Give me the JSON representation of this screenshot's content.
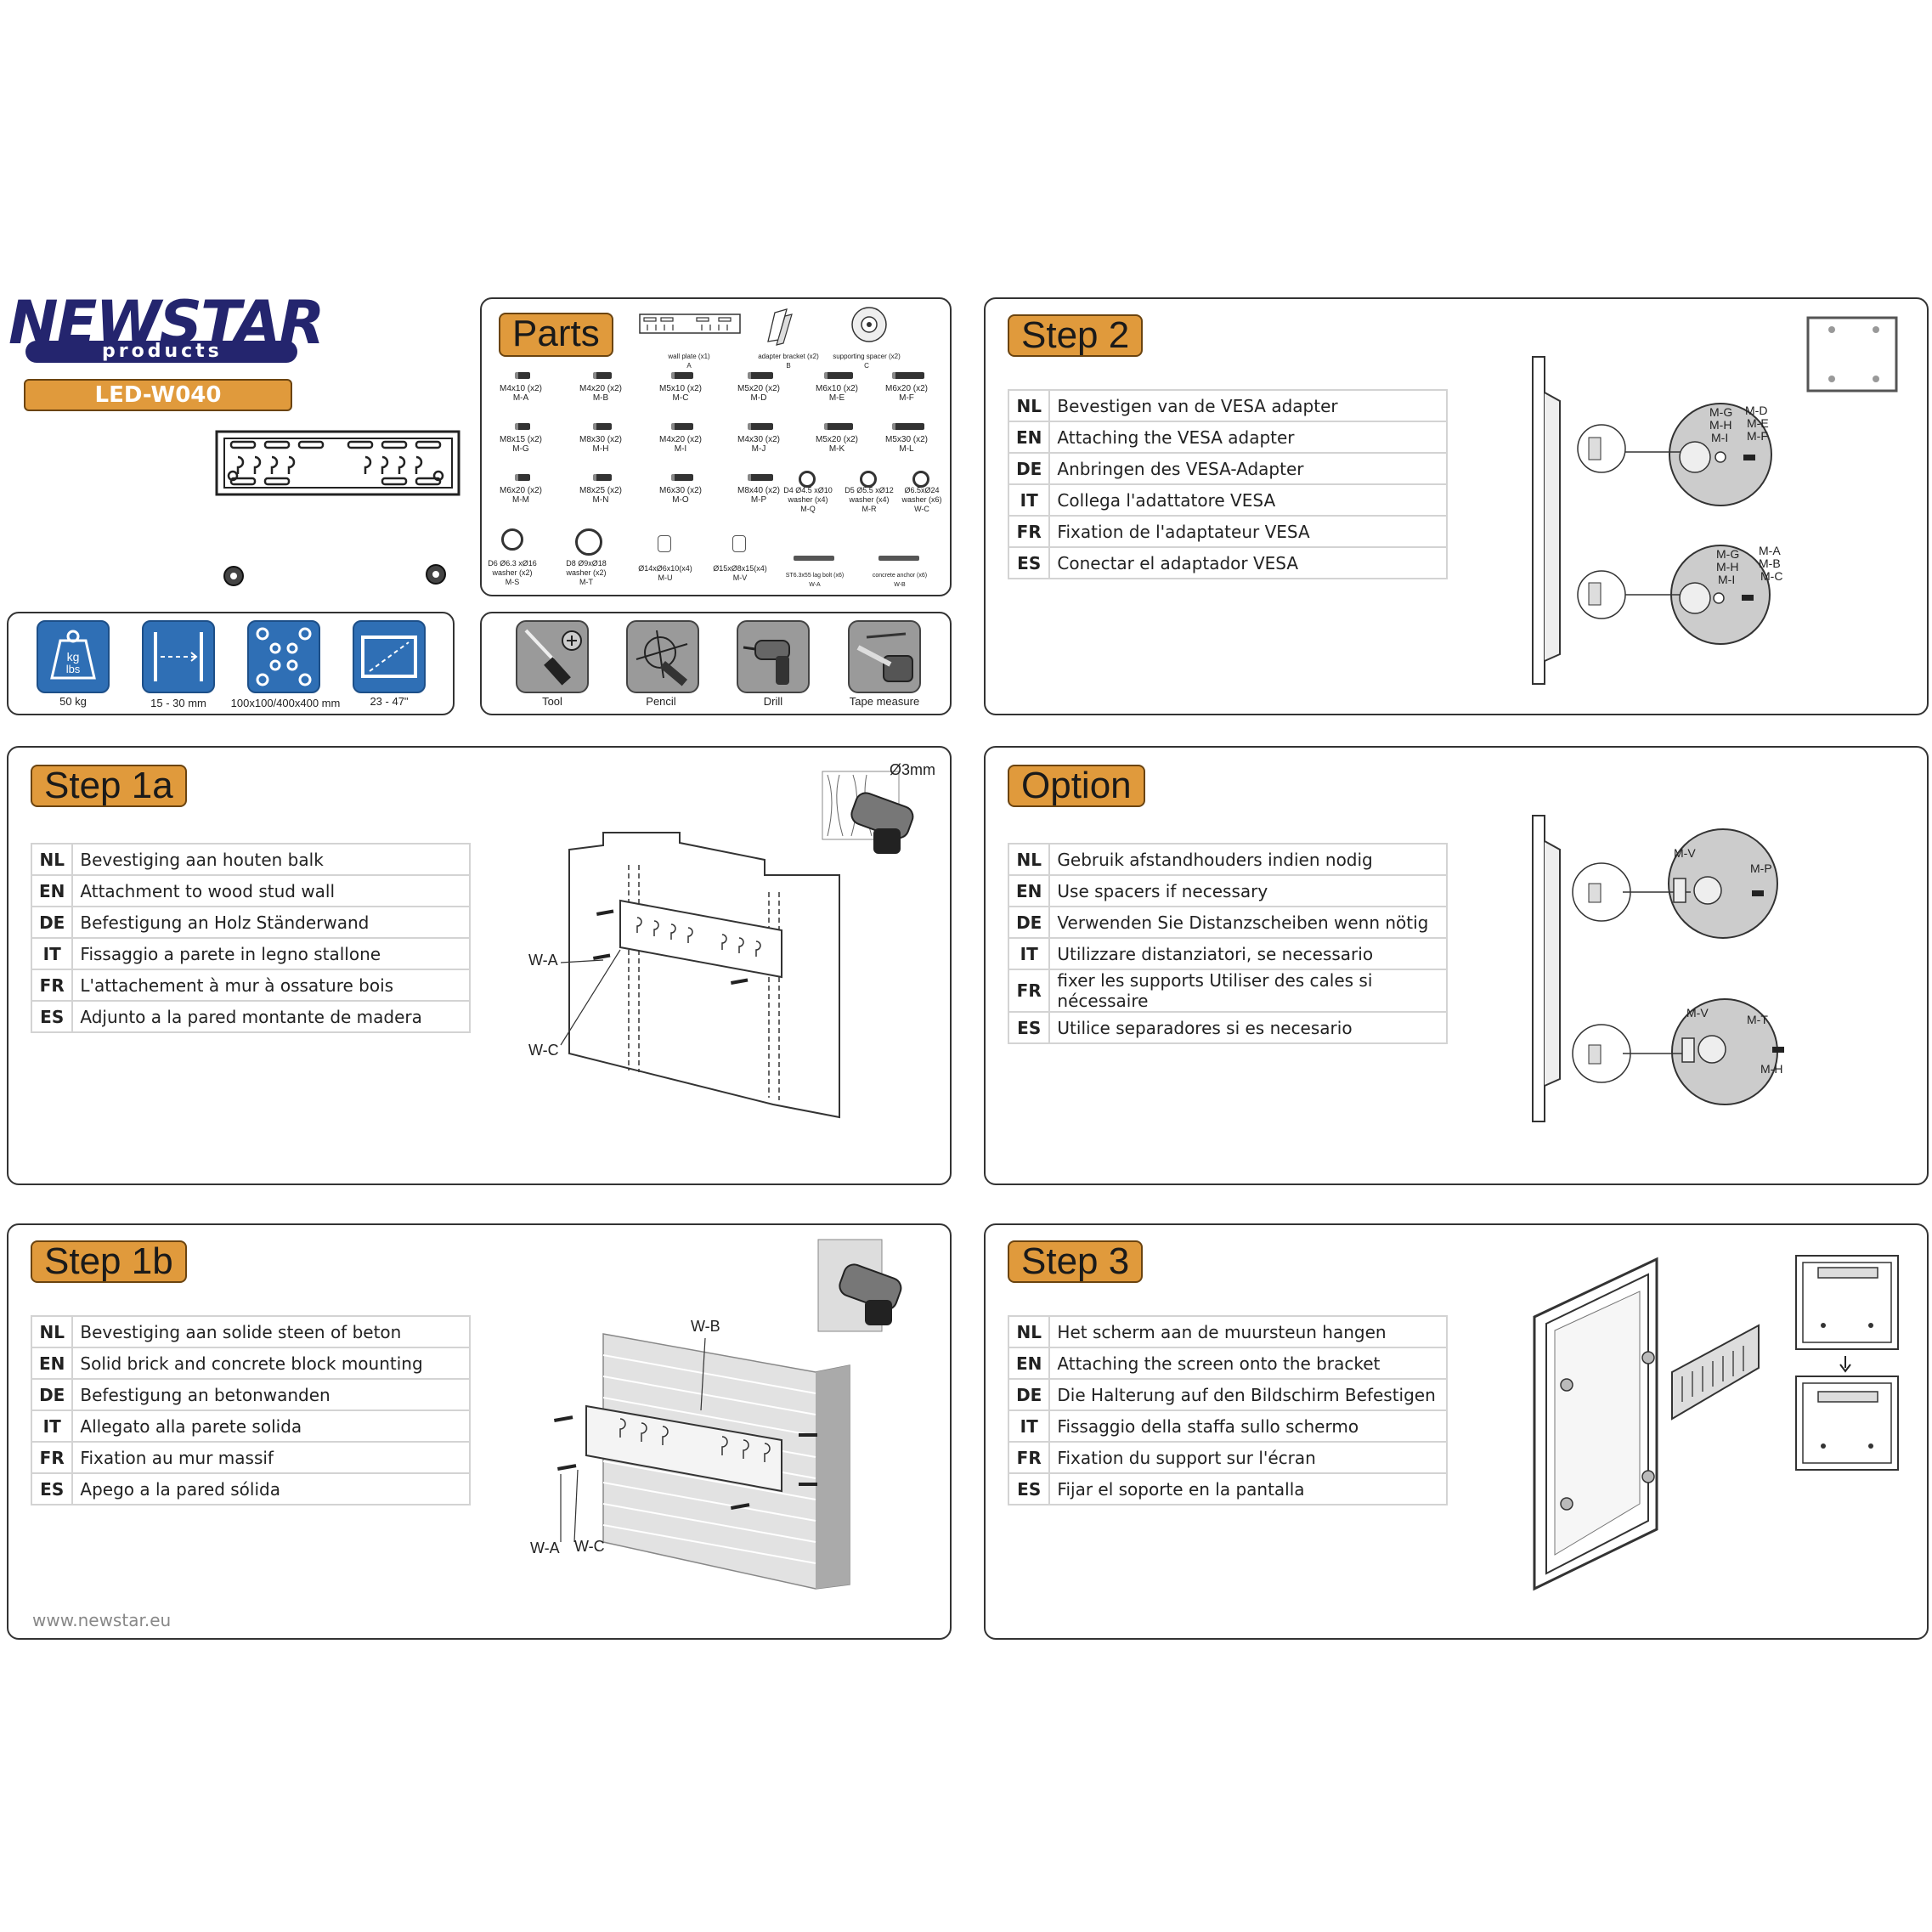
{
  "brand": {
    "name_line1": "NEWSTAR",
    "name_line2": "products",
    "model": "LED-W040"
  },
  "specs": [
    {
      "icon": "weight-icon",
      "icon_text": "kg\nlbs",
      "label": "50 kg"
    },
    {
      "icon": "wall-distance-icon",
      "label": "15 - 30 mm"
    },
    {
      "icon": "vesa-pattern-icon",
      "label": "100x100/400x400 mm"
    },
    {
      "icon": "screen-size-icon",
      "label": "23 - 47\""
    }
  ],
  "parts": {
    "title": "Parts",
    "top": [
      {
        "name": "wall plate",
        "qty": "(x1)",
        "code": "A"
      },
      {
        "name": "adapter bracket",
        "qty": "(x2)",
        "code": "B"
      },
      {
        "name": "supporting spacer",
        "qty": "(x2)",
        "code": "C"
      }
    ],
    "screws": [
      {
        "spec": "M4x10 (x2)",
        "code": "M-A"
      },
      {
        "spec": "M4x20 (x2)",
        "code": "M-B"
      },
      {
        "spec": "M5x10 (x2)",
        "code": "M-C"
      },
      {
        "spec": "M5x20 (x2)",
        "code": "M-D"
      },
      {
        "spec": "M6x10 (x2)",
        "code": "M-E"
      },
      {
        "spec": "M6x20 (x2)",
        "code": "M-F"
      },
      {
        "spec": "M8x15 (x2)",
        "code": "M-G"
      },
      {
        "spec": "M8x30 (x2)",
        "code": "M-H"
      },
      {
        "spec": "M4x20 (x2)",
        "code": "M-I"
      },
      {
        "spec": "M4x30 (x2)",
        "code": "M-J"
      },
      {
        "spec": "M5x20 (x2)",
        "code": "M-K"
      },
      {
        "spec": "M5x30 (x2)",
        "code": "M-L"
      },
      {
        "spec": "M6x20 (x2)",
        "code": "M-M"
      },
      {
        "spec": "M8x25 (x2)",
        "code": "M-N"
      },
      {
        "spec": "M6x30 (x2)",
        "code": "M-O"
      },
      {
        "spec": "M8x40 (x2)",
        "code": "M-P"
      },
      {
        "spec": "D4 Ø4.5 xØ10 washer (x4)",
        "code": "M-Q"
      },
      {
        "spec": "D5 Ø5.5 xØ12 washer (x4)",
        "code": "M-R"
      },
      {
        "spec": "Ø6.5xØ24 washer (x6)",
        "code": "W-C"
      }
    ],
    "bottom": [
      {
        "spec": "D6 Ø6.3 xØ16 washer (x2)",
        "code": "M-S"
      },
      {
        "spec": "D8 Ø9xØ18 washer (x2)",
        "code": "M-T"
      },
      {
        "spec": "Ø14xØ6x10(x4)",
        "code": "M-U"
      },
      {
        "spec": "Ø15xØ8x15(x4)",
        "code": "M-V"
      },
      {
        "spec": "ST6.3x55 lag bolt (x6)",
        "code": "W-A"
      },
      {
        "spec": "concrete anchor (x6)",
        "code": "W-B"
      }
    ]
  },
  "tools": [
    {
      "icon": "screwdriver-icon",
      "label": "Tool"
    },
    {
      "icon": "pencil-icon",
      "label": "Pencil"
    },
    {
      "icon": "drill-icon",
      "label": "Drill"
    },
    {
      "icon": "tape-measure-icon",
      "label": "Tape measure"
    }
  ],
  "step1a": {
    "title": "Step 1a",
    "drill_size": "Ø3mm",
    "callouts": [
      "W-A",
      "W-C"
    ],
    "rows": [
      {
        "code": "NL",
        "text": "Bevestiging aan houten balk"
      },
      {
        "code": "EN",
        "text": "Attachment to wood stud wall"
      },
      {
        "code": "DE",
        "text": "Befestigung an Holz Ständerwand"
      },
      {
        "code": "IT",
        "text": "Fissaggio a parete in legno stallone"
      },
      {
        "code": "FR",
        "text": "L'attachement à mur à ossature bois"
      },
      {
        "code": "ES",
        "text": "Adjunto a la pared montante de madera"
      }
    ]
  },
  "step1b": {
    "title": "Step 1b",
    "callouts": [
      "W-B",
      "W-A",
      "W-C"
    ],
    "rows": [
      {
        "code": "NL",
        "text": "Bevestiging aan solide steen of beton"
      },
      {
        "code": "EN",
        "text": "Solid brick and concrete block mounting"
      },
      {
        "code": "DE",
        "text": "Befestigung an betonwanden"
      },
      {
        "code": "IT",
        "text": "Allegato alla parete solida"
      },
      {
        "code": "FR",
        "text": "Fixation au mur massif"
      },
      {
        "code": "ES",
        "text": "Apego a la pared sólida"
      }
    ],
    "website": "www.newstar.eu"
  },
  "step2": {
    "title": "Step 2",
    "callouts_top": [
      "M-G",
      "M-H",
      "M-I",
      "M-D",
      "M-E",
      "M-F"
    ],
    "callouts_bottom": [
      "M-G",
      "M-H",
      "M-I",
      "M-A",
      "M-B",
      "M-C"
    ],
    "rows": [
      {
        "code": "NL",
        "text": "Bevestigen van de VESA adapter"
      },
      {
        "code": "EN",
        "text": "Attaching the VESA adapter"
      },
      {
        "code": "DE",
        "text": "Anbringen des VESA-Adapter"
      },
      {
        "code": "IT",
        "text": "Collega l'adattatore VESA"
      },
      {
        "code": "FR",
        "text": "Fixation de l'adaptateur VESA"
      },
      {
        "code": "ES",
        "text": "Conectar el adaptador VESA"
      }
    ]
  },
  "option": {
    "title": "Option",
    "callouts_top": [
      "M-V",
      "M-P"
    ],
    "callouts_bottom": [
      "M-V",
      "M-T",
      "M-H"
    ],
    "rows": [
      {
        "code": "NL",
        "text": "Gebruik afstandhouders indien nodig"
      },
      {
        "code": "EN",
        "text": "Use spacers if necessary"
      },
      {
        "code": "DE",
        "text": "Verwenden Sie Distanzscheiben wenn nötig"
      },
      {
        "code": "IT",
        "text": "Utilizzare distanziatori, se necessario"
      },
      {
        "code": "FR",
        "text": "fixer les supports Utiliser des cales si nécessaire"
      },
      {
        "code": "ES",
        "text": "Utilice separadores si es necesario"
      }
    ]
  },
  "step3": {
    "title": "Step 3",
    "rows": [
      {
        "code": "NL",
        "text": "Het scherm aan de muursteun hangen"
      },
      {
        "code": "EN",
        "text": "Attaching the screen onto the bracket"
      },
      {
        "code": "DE",
        "text": "Die Halterung auf den Bildschirm Befestigen"
      },
      {
        "code": "IT",
        "text": "Fissaggio della staffa sullo schermo"
      },
      {
        "code": "FR",
        "text": "Fixation du support sur l'écran"
      },
      {
        "code": "ES",
        "text": "Fijar el soporte en la pantalla"
      }
    ]
  }
}
